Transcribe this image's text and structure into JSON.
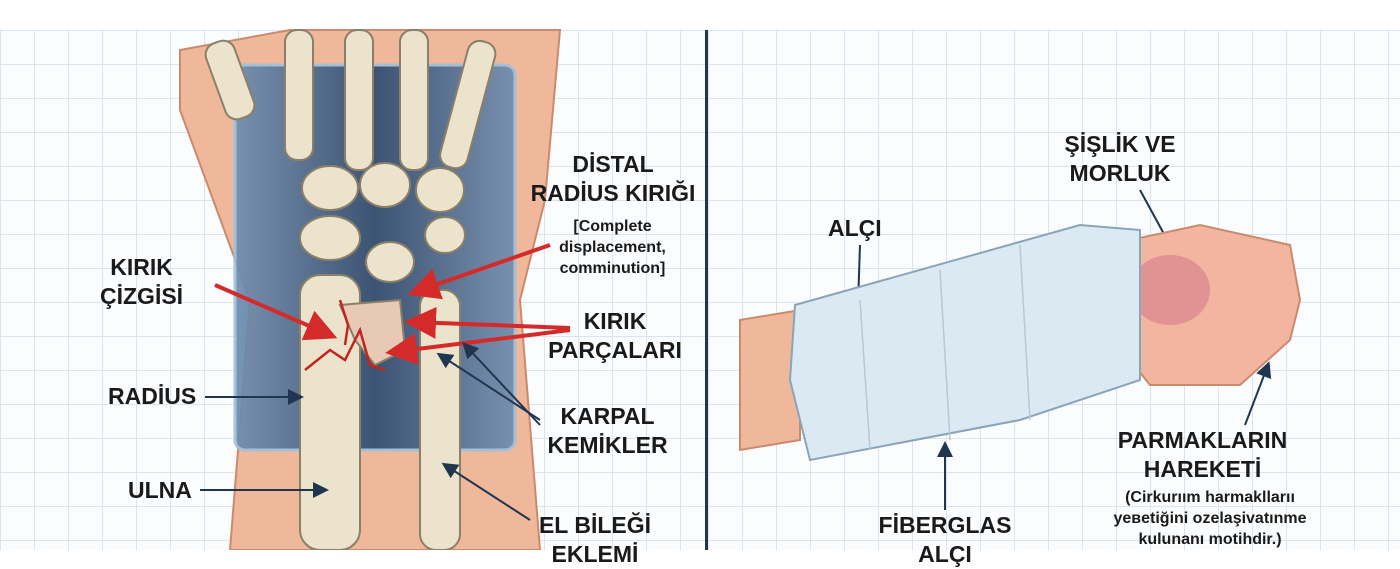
{
  "left_panel": {
    "labels": {
      "fracture_line": [
        "KIRIK",
        "ÇİZGİSİ"
      ],
      "radius": "RADİUS",
      "ulna": "ULNA",
      "title": [
        "DİSTAL",
        "RADİUS KIRIĞI"
      ],
      "note": [
        "[Complete",
        "displacement,",
        "comminution]"
      ],
      "fragments": [
        "KIRIK",
        "PARÇALARI"
      ],
      "carpals": [
        "KARPAL",
        "KEMİKLER"
      ],
      "wrist_joint": [
        "EL BİLEĞİ",
        "EKLEMİ"
      ]
    }
  },
  "right_panel": {
    "labels": {
      "cast": "ALÇI",
      "swelling": [
        "ŞİŞLİK VE",
        "MORLUK"
      ],
      "finger_movement": [
        "PARMAKLARIN",
        "HAREKETİ"
      ],
      "finger_note": [
        "(Cirkurıım harmakllarıı",
        "yeвetiğini ozelaşivatınme",
        "kulunanı motihdir.)"
      ],
      "fiberglass": [
        "FİBERGLAS",
        "ALÇI"
      ]
    }
  },
  "colors": {
    "arrow_red": "#d42a2a",
    "arrow_dark": "#1f3550",
    "xray_blue": "#3f5f85",
    "skin": "#f0b89a",
    "cast": "#dbe9f2"
  }
}
